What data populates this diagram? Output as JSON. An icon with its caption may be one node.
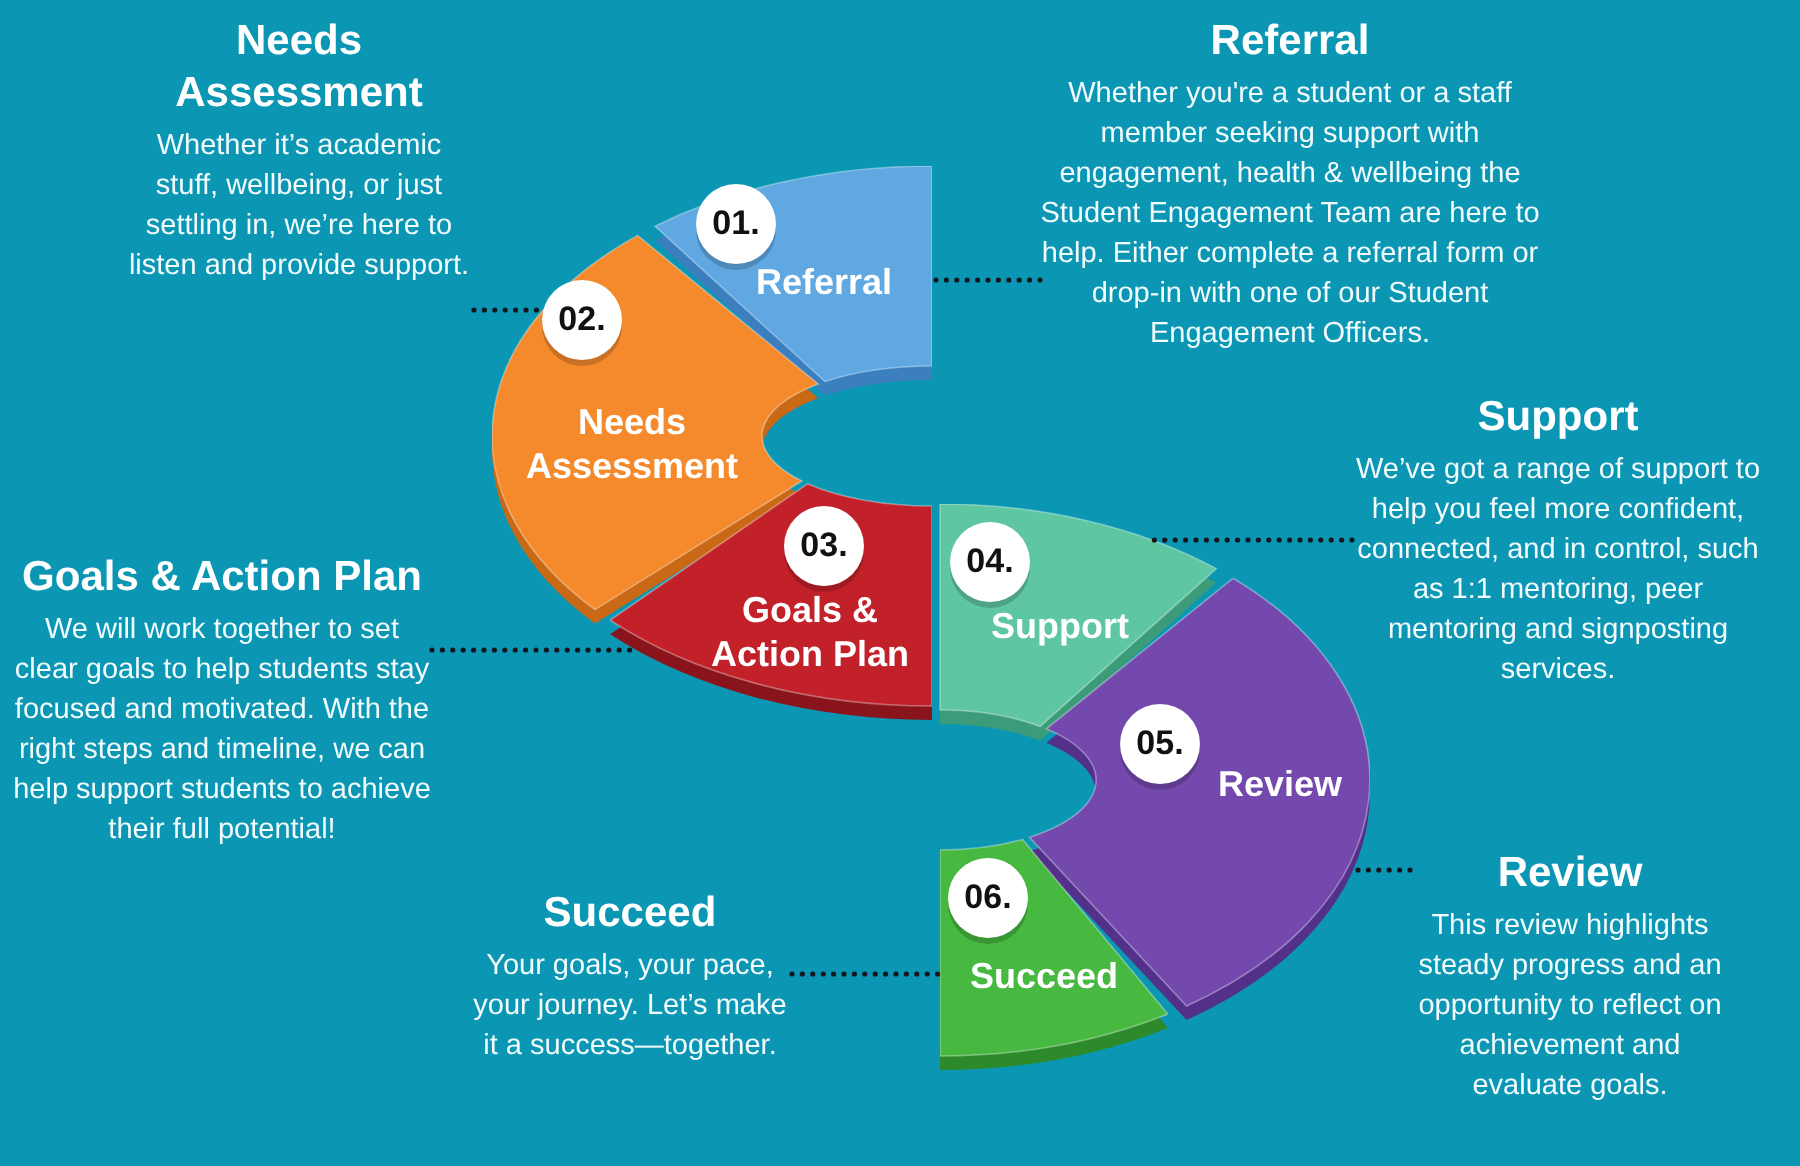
{
  "diagram": {
    "nodes": [
      {
        "text": [
          "01.",
          "Referral"
        ]
      },
      {
        "text": [
          "02.",
          "Needs Assessment"
        ]
      },
      {
        "text": [
          "03.",
          "Goals & Action Plan"
        ]
      },
      {
        "text": [
          "04.",
          "Support"
        ]
      },
      {
        "text": [
          "05.",
          "Review"
        ]
      },
      {
        "text": [
          "06.",
          "Succeed"
        ]
      },
      {
        "text": [
          "Referral",
          "Whether you're a student or a staff member seeking support with engagement, health & wellbeing the Student Engagement Team are here to help. Either complete a referral form or drop-in with one of our Student Engagement Officers."
        ]
      },
      {
        "text": [
          "Needs Assessment",
          "Whether it’s academic stuff, wellbeing, or just settling in, we’re here to listen and provide support."
        ]
      },
      {
        "text": [
          "Goals & Action Plan",
          "We will work together to set clear goals to help students stay focused and motivated. With the right steps and timeline, we can help support students to achieve their full potential!"
        ]
      },
      {
        "text": [
          "Support",
          "We’ve got a range of support to help you feel more confident, connected, and in control, such as 1:1 mentoring, peer mentoring and signposting services."
        ]
      },
      {
        "text": [
          "Review",
          "This review highlights steady progress and an opportunity to reflect on achievement and evaluate goals."
        ]
      },
      {
        "text": [
          "Succeed",
          "Your goals, your pace, your journey. Let’s make it a success—together."
        ]
      }
    ],
    "edges": [
      {
        "from": 6,
        "to": 0,
        "arrow": "none",
        "style": "dashed"
      },
      {
        "from": 7,
        "to": 1,
        "arrow": "none",
        "style": "dashed"
      },
      {
        "from": 8,
        "to": 2,
        "arrow": "none",
        "style": "dashed"
      },
      {
        "from": 9,
        "to": 3,
        "arrow": "none",
        "style": "dashed"
      },
      {
        "from": 10,
        "to": 4,
        "arrow": "none",
        "style": "dashed"
      },
      {
        "from": 11,
        "to": 5,
        "arrow": "none",
        "style": "dashed"
      }
    ]
  }
}
